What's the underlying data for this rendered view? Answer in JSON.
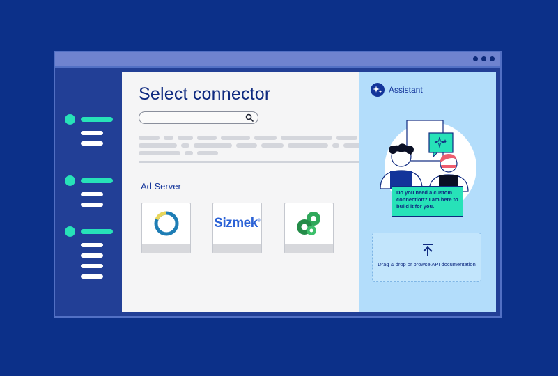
{
  "window": {
    "titlebar_dots": [
      "dot",
      "dot",
      "dot"
    ]
  },
  "sidebar": {
    "groups": [
      {
        "active": true,
        "sub_items": 2
      },
      {
        "active": true,
        "sub_items": 2
      },
      {
        "active": true,
        "sub_items": 4
      }
    ]
  },
  "main": {
    "title": "Select connector",
    "search": {
      "placeholder": "",
      "icon": "search-icon"
    },
    "section_label": "Ad Server",
    "connectors": [
      {
        "name": "circle-logo",
        "logo_text": ""
      },
      {
        "name": "sizmek-logo",
        "logo_text": "Sizmek"
      },
      {
        "name": "green-rings-logo",
        "logo_text": ""
      }
    ]
  },
  "assistant": {
    "title": "Assistant",
    "icon": "sparkle-icon",
    "bubble_text": "Do you need a custom connection? I am here to build it for you.",
    "upload_icon": "upload-icon",
    "drop_text": "Drag & drop or browse API documentation"
  },
  "colors": {
    "background": "#0c3089",
    "accent": "#27e2b8",
    "panel": "#b3ddfb",
    "title": "#0f2a80"
  }
}
